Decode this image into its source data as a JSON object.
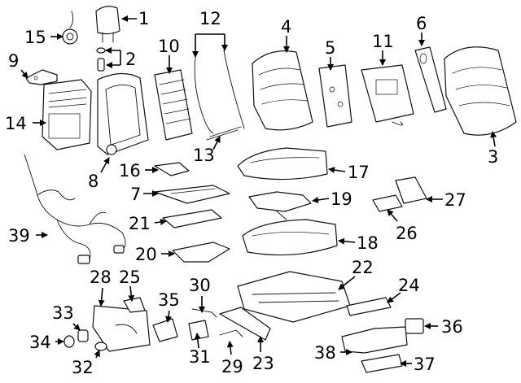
{
  "callouts": {
    "c1": "1",
    "c2": "2",
    "c3": "3",
    "c4": "4",
    "c5": "5",
    "c6": "6",
    "c7": "7",
    "c8": "8",
    "c9": "9",
    "c10": "10",
    "c11": "11",
    "c12": "12",
    "c13": "13",
    "c14": "14",
    "c15": "15",
    "c16": "16",
    "c17": "17",
    "c18": "18",
    "c19": "19",
    "c20": "20",
    "c21": "21",
    "c22": "22",
    "c23": "23",
    "c24": "24",
    "c25": "25",
    "c26": "26",
    "c27": "27",
    "c28": "28",
    "c29": "29",
    "c30": "30",
    "c31": "31",
    "c32": "32",
    "c33": "33",
    "c34": "34",
    "c35": "35",
    "c36": "36",
    "c37": "37",
    "c38": "38",
    "c39": "39"
  }
}
